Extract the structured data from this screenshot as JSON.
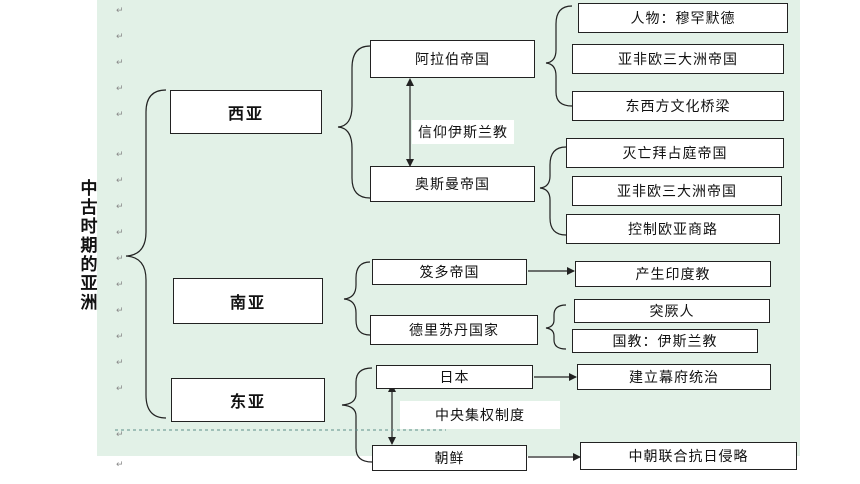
{
  "title_vertical": [
    "中",
    "古",
    "时",
    "期",
    "的",
    "亚",
    "洲"
  ],
  "regions": {
    "west": {
      "label": "西亚",
      "arab": {
        "label": "阿拉伯帝国",
        "items": [
          "人物：穆罕默德",
          "亚非欧三大洲帝国",
          "东西方文化桥梁"
        ]
      },
      "link_label": "信仰伊斯兰教",
      "ottoman": {
        "label": "奥斯曼帝国",
        "items": [
          "灭亡拜占庭帝国",
          "亚非欧三大洲帝国",
          "控制欧亚商路"
        ]
      }
    },
    "south": {
      "label": "南亚",
      "gupta": {
        "label": "笈多帝国",
        "result": "产生印度教"
      },
      "delhi": {
        "label": "德里苏丹国家",
        "items": [
          "突厥人",
          "国教：伊斯兰教"
        ]
      }
    },
    "east": {
      "label": "东亚",
      "japan": {
        "label": "日本",
        "result": "建立幕府统治"
      },
      "link_label": "中央集权制度",
      "korea": {
        "label": "朝鲜",
        "result": "中朝联合抗日侵略"
      }
    }
  },
  "colors": {
    "background": "#e2f1e7",
    "box_fill": "#ffffff",
    "line": "#222222"
  }
}
